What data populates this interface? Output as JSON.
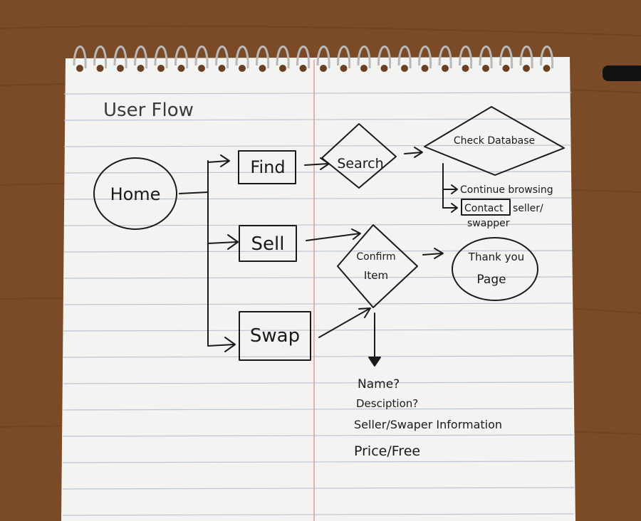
{
  "title": "User Flow",
  "nodes": {
    "home": "Home",
    "find": "Find",
    "sell": "Sell",
    "swap": "Swap",
    "search": "Search",
    "check_database": "Check Database",
    "confirm_line1": "Confirm",
    "confirm_line2": "Item",
    "thank_line1": "Thank you",
    "thank_line2": "Page"
  },
  "branches": {
    "continue_browsing": "Continue browsing",
    "contact_word": "Contact",
    "contact_rest": "seller/",
    "contact_line2": "swapper"
  },
  "fields": [
    "Name?",
    "Desciption?",
    "Seller/Swaper Information",
    "Price/Free"
  ]
}
